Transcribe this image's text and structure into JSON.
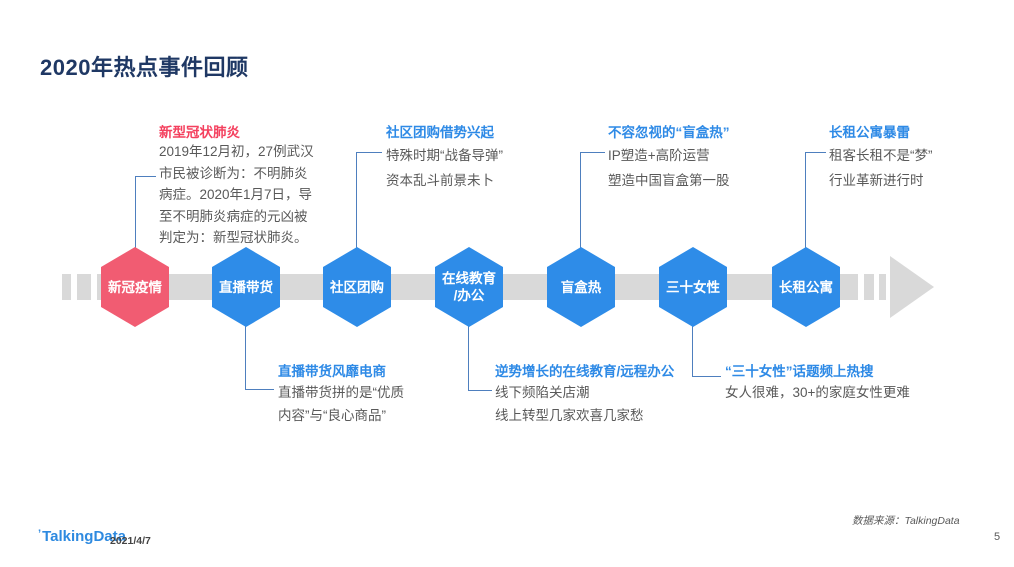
{
  "slide": {
    "title": "2020年热点事件回顾"
  },
  "colors": {
    "title_navy": "#1F3864",
    "accent_blue": "#2E8AE6",
    "accent_red": "#F4405E",
    "hex_blue": "#2E8CE8",
    "hex_red": "#F15C72",
    "timeline_gray": "#D9D9D9",
    "body_text": "#595959",
    "connector_blue": "#4E7FBE"
  },
  "timeline": {
    "nodes": [
      {
        "label": "新冠疫情",
        "color": "#F15C72"
      },
      {
        "label": "直播带货",
        "color": "#2E8CE8"
      },
      {
        "label": "社区团购",
        "color": "#2E8CE8"
      },
      {
        "label": "在线教育",
        "label2": "/办公",
        "color": "#2E8CE8"
      },
      {
        "label": "盲盒热",
        "color": "#2E8CE8"
      },
      {
        "label": "三十女性",
        "color": "#2E8CE8"
      },
      {
        "label": "长租公寓",
        "color": "#2E8CE8"
      }
    ]
  },
  "annotations": {
    "top": [
      {
        "title": "新型冠状肺炎",
        "lines": [
          "2019年12月初，27例武汉",
          "市民被诊断为：不明肺炎",
          "病症。2020年1月7日，导",
          "至不明肺炎病症的元凶被",
          "判定为：新型冠状肺炎。"
        ]
      },
      {
        "title": "社区团购借势兴起",
        "lines": [
          "特殊时期“战备导弹”",
          "资本乱斗前景未卜"
        ]
      },
      {
        "title": "不容忽视的“盲盒热”",
        "lines": [
          "IP塑造+高阶运营",
          "塑造中国盲盒第一股"
        ]
      },
      {
        "title": "长租公寓暴雷",
        "lines": [
          "租客长租不是“梦”",
          "行业革新进行时"
        ]
      }
    ],
    "bottom": [
      {
        "title": "直播带货风靡电商",
        "lines": [
          "直播带货拼的是“优质",
          "内容”与“良心商品”"
        ]
      },
      {
        "title": "逆势增长的在线教育/远程办公",
        "lines": [
          "线下频陷关店潮",
          "线上转型几家欢喜几家愁"
        ]
      },
      {
        "title": "“三十女性”话题频上热搜",
        "lines": [
          "女人很难，30+的家庭女性更难"
        ]
      }
    ]
  },
  "footer": {
    "logo_tick": "’",
    "logo": "TalkingData",
    "date": "2021/4/7",
    "source": "数据来源：TalkingData",
    "page": "5"
  }
}
